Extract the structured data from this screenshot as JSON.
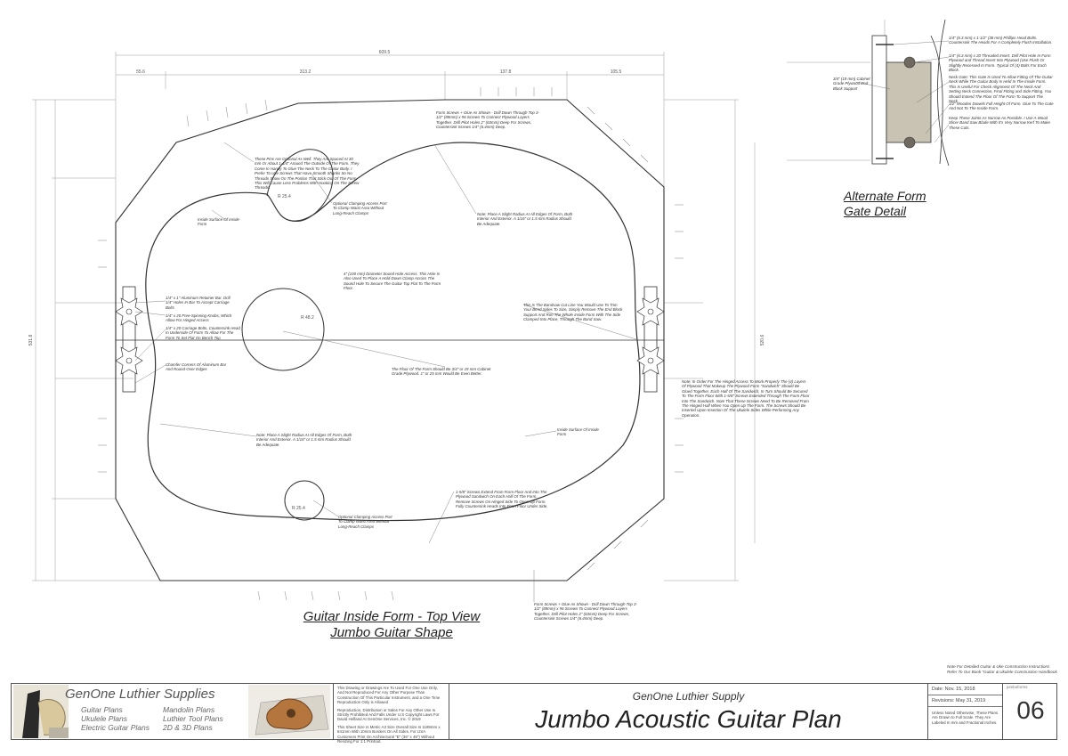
{
  "views": {
    "main_title_line1": "Guitar Inside Form - Top View",
    "main_title_line2": "Jumbo Guitar Shape",
    "detail_title_line1": "Alternate Form",
    "detail_title_line2": "Gate Detail"
  },
  "dimensions": {
    "overall_width": "609.5",
    "seg1": "55.6",
    "seg2": "313.2",
    "seg3": "137.8",
    "seg4": "105.5",
    "overall_height": "531.8",
    "right_height": "520.6",
    "upper_radius": "R 25.4",
    "soundhole_radius": "R 48.2",
    "lower_radius": "R 25.4"
  },
  "notes": {
    "pins": "These Pins Are Optional As Well. They Are Spaced At 30 mm Or About 1-1/4\" Around The Outside Of The Form. They Come In Handy To Glue The Neck To The Guitar Body. I Prefer To Use Screws That Have Smooth Shanks So No Threads Show On The Portion That Stick Out Of The Form. This Will Cause Less Problems With Hooking On The Screw Threads.",
    "form_screws_top": "Form Screws + Glue As Shown - Drill Down Through Top 3-1/2\" (89mm) x #6 Screws To Connect Plywood Layers Together. Drill Pilot Holes 2\" (63mm) Deep For Screws, Countersink Screws 1/4\" (6.4mm) Deep.",
    "radius_top": "Note: Place A Slight Radius At All Edges Of Form, Both Interior And Exterior. A 1/16\" or 1.5 mm Radius Should Be Adequate.",
    "clamp_upper": "Optional Clamping Access Port To Clamp Waist Area Without Long-Reach Clamps",
    "inside_upper": "Inside Surface Of Inside Form",
    "soundhole": "4\" (100 mm) Diameter Sound Hole Access. This Hole Is Also Used To Place A Hold-Down Clamp Across The Sound Hole To Secure The Guitar Top Flat To The Form Floor.",
    "retainer": "1/4\" x 1\" Aluminum Retainer Bar. Drill 1/4\" Holes In Bar To Accept Carriage Bolts",
    "knobs": "1/4\" x 20 Free-Spinning Knobs, Which Allow For Hinged Access",
    "carriage": "1/4\" x 20 Carriage Bolts, Countersink Head In Underside Of Form To Allow For The Form To Set Flat On Bench Top",
    "chamfer": "Chamfer Corners Of Aluminum Bar And Round-Over Edges",
    "bandsaw": "This Is The Bandsaw Cut Line You Would Use To Trim Your Bend Sides To Size, Simply Remove The End Block Support And Run The Whole Inside Form With The Side Clamped Into Place, Through The Band Saw.",
    "floor": "The Floor Of The Form Should Be 3/4\" or 19 mm Cabinet Grade Plywood. 1\" or 25 mm Would Be Even Better.",
    "radius_bottom": "Note: Place A Slight Radius At All Edges Of Form, Both Interior And Exterior. A 1/16\" or 1.5 mm Radius Should Be Adequate.",
    "inside_lower": "Inside Surface Of Inside Form",
    "hinge": "Note: In Order For The Hinged Access To Work Properly The (4) Layers Of Plywood That Makeup The Plywood Form \"Sandwich\" Should Be Glued Together. Each Half Of The Sandwich, In Turn Should Be Secured To The Form Floor With 1-5/8\" Screws Extended Through The Form Floor Into The Sandwich. Note That These Screws Need To Be Removed From The Hinged Half When You Open Up The Form. The Screws Should Be Inserted Upon Insertion Of The Ukulele Sides While Performing Any Operation.",
    "screws_1_5_8": "1-5/8\" Screws Extend From Form Floor And Into The Plywood Sandwich On Each Half Of The Form. Remove Screws On Hinged Side To Open Up Form. Fully Countersink Heads Into Form Floor Under Side.",
    "clamp_lower": "Optional Clamping Access Port To Clamp Waist Area Without Long-Reach Clamps",
    "form_screws_bottom": "Form Screws + Glue As Shown - Drill Down Through Top 3-1/2\" (89mm) x #6 Screws To Connect Plywood Layers Together. Drill Pilot Holes 2\" (63mm) Deep For Screws, Countersink Screws 1/4\" (6.4mm) Deep."
  },
  "detail_notes": {
    "bolts": "1/4\" (6.3 mm) x 1-1/2\" (38 mm) Phillips Head Bolts. Countersink The Heads For A Completely Flush Installation.",
    "inserts": "1/4\" (6.3 mm) x 20 Threaded Insert. Drill Pilot Hole In Form Plywood and Thread Insert Into Plywood (Use Flush Or Slightly Recessed In Form. Typical Of (4) Bolts For Each Block.",
    "neck_gate": "Neck Gate: This Gate Is Used To Allow Fitting Of The Guitar Neck While The Guitar Body Is Held In The Inside Form. This Is Useful For Check Alignment Of The Neck And Setting Neck Connection, Final Fitting and Side Fitting. You Should Extend The Floor Of The Form To Support The Neck.",
    "plywood": "3/4\" (19 mm) Cabinet Grade Plywood End Block Support",
    "dowels": "1/2\" Wooden Dowels Full Height Of Form. Glue To The Gate And Not To The Inside Form.",
    "joints": "Keep These Joints As Narrow As Possible. I Use A Wood Slicer Band Saw Blade With It's Very Narrow Kerf To Make These Cuts."
  },
  "side_note": "Note For Detailed Guitar & Uke Construction Instructions Refer To Our Book \"Guitar & Ukulele Construction Handbook",
  "title_block": {
    "brand": "GenOne Luthier Supplies",
    "plans_left": [
      "Guitar Plans",
      "Ukulele Plans",
      "Electric Guitar Plans"
    ],
    "plans_right": [
      "Mandolin Plans",
      "Luthier Tool Plans",
      "2D & 3D Plans"
    ],
    "legal_1": "This Drawing or Drawings Are To Used For One Use Only, And Not Reproduced For Any Other Purpose Than Construction Of This Particular Instrument, and a One Time Reproduction Only is Allowed",
    "legal_2": "Reproduction, Distribution or Sales For Any Other Use Is Strictly Prohibited And Falls Under U.S Copyright Laws For David Helfand At GenOne Services, Inc. © 2019",
    "legal_3": "This Sheet Size Is Metric A3 Size Overall Size Is 1189mm x 841mm With 10mm Borders On All Sides. For USA Customers Print On Architectural \"E\" (36\" x 48\") Without Resizing For 1:1 Printout.",
    "company": "GenOne Luthier Supply",
    "plan_title": "Jumbo Acoustic Guitar Plan",
    "date": "Date: Nov. 15, 2018",
    "revision": "Revisions: May 31, 2019",
    "meta_note": "Unless Noted Otherwise, These Plans Are Drawn to Full Scale. They Are Labeled In mm and Fractional Inches.",
    "job_label": "jumboforms",
    "sheet_number": "06"
  },
  "colors": {
    "line": "#333333",
    "dim": "#9a9a9a",
    "gate_fill": "#c9c3b3"
  }
}
